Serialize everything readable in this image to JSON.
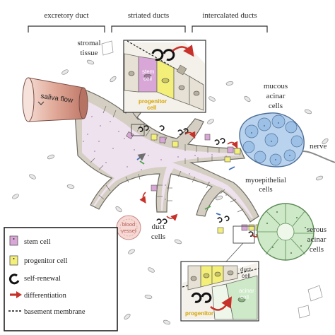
{
  "headers": {
    "excretory": "excretory duct",
    "striated": "striated ducts",
    "intercalated": "intercalated ducts"
  },
  "labels": {
    "stromal_1": "stromal",
    "stromal_2": "tissue",
    "saliva_flow": "saliva flow",
    "mucous_1": "mucous",
    "mucous_2": "acinar",
    "mucous_3": "cells",
    "nerve": "nerve",
    "myo_1": "myoepithelial",
    "myo_2": "cells",
    "serous_1": "serous",
    "serous_2": "acinar",
    "serous_3": "cells",
    "duct_1": "duct",
    "duct_2": "cells",
    "blood_1": "blood",
    "blood_2": "vessel"
  },
  "inset_top": {
    "stem_1": "stem",
    "stem_2": "cell",
    "progenitor_1": "progenitor",
    "progenitor_2": "cell"
  },
  "inset_bottom": {
    "duct_1": "duct",
    "duct_2": "cell",
    "acinar_1": "acinar",
    "acinar_2": "cell",
    "progenitor": "progenitor"
  },
  "legend": {
    "stem": "stem cell",
    "progenitor": "progenitor cell",
    "self_renewal": "self-renewal",
    "differentiation": "differentiation",
    "basement": "basement membrane"
  },
  "colors": {
    "stem": "#d9a6d8",
    "progenitor": "#f3ef79",
    "arrow": "#c8312a",
    "duct_fill": "#efe2ef",
    "mucous": "#b9d3ee",
    "serous": "#cde9c8"
  }
}
